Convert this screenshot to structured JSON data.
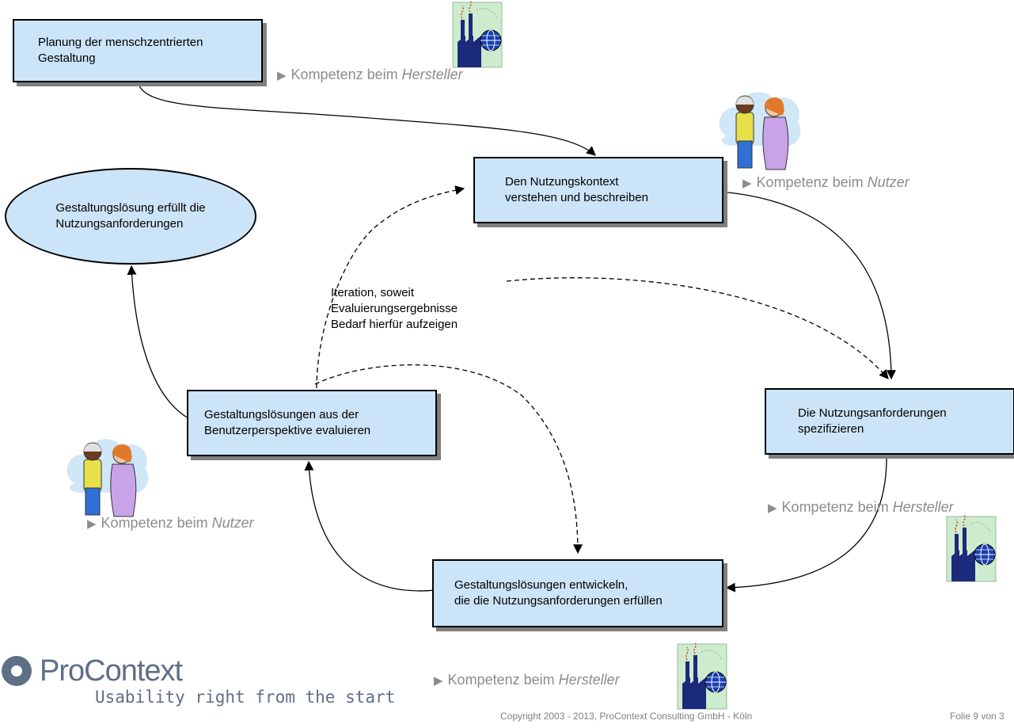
{
  "boxes": {
    "planning": "Planung der menschzentrierten\nGestaltung",
    "context": "Den Nutzungskontext\nverstehen und beschreiben",
    "requirements": "Die Nutzungsanforderungen\nspezifizieren",
    "develop": "Gestaltungslösungen entwickeln,\ndie die Nutzungsanforderungen erfüllen",
    "evaluate": "Gestaltungslösungen aus der\nBenutzerperspektive evaluieren"
  },
  "goal": "Gestaltungslösung erfüllt die\nNutzungsanforderungen",
  "iteration_note": "Iteration, soweit\nEvaluierungsergebnisse\nBedarf hierfür aufzeigen",
  "competence": {
    "prefix": "Kompetenz beim",
    "manufacturer": "Hersteller",
    "user": "Nutzer"
  },
  "logo": {
    "name": "ProContext",
    "tagline": "Usability right from the start"
  },
  "footer": {
    "copyright": "Copyright 2003 - 2013, ProContext Consulting GmbH - Köln",
    "slide": "Folie 9 von 3"
  },
  "colors": {
    "box_fill": "#cce4f7",
    "competence_text": "#8c8c8c",
    "logo": "#5e6f86"
  },
  "icons": [
    "factory-globe-icon",
    "people-icon"
  ]
}
